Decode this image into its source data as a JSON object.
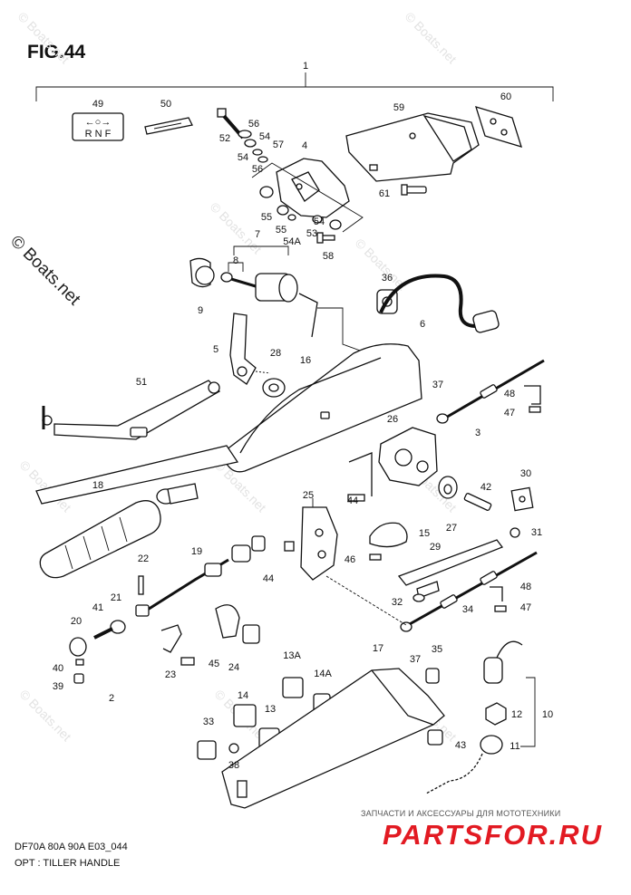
{
  "figure_title": "FIG.44",
  "footer": {
    "code": "DF70A 80A 90A E03_044",
    "title": "OPT : TILLER HANDLE"
  },
  "copyright": "© Boats.net",
  "watermark": "© Boats.net",
  "seller": {
    "caption": "ЗАПЧАСТИ И АКСЕССУАРЫ ДЛЯ МОТОТЕХНИКИ",
    "brand": "PARTSFOR.RU",
    "brand_color": "#e21a22"
  },
  "gear_label": {
    "arrows": "←○→",
    "letters": "R N F"
  },
  "callouts": [
    "1",
    "49",
    "50",
    "59",
    "60",
    "56",
    "52",
    "54",
    "57",
    "4",
    "54",
    "56",
    "61",
    "55",
    "55",
    "54A",
    "54",
    "53",
    "58",
    "7",
    "8",
    "9",
    "36",
    "6",
    "5",
    "28",
    "16",
    "51",
    "37",
    "48",
    "47",
    "3",
    "26",
    "44",
    "18",
    "25",
    "30",
    "42",
    "27",
    "15",
    "31",
    "46",
    "22",
    "19",
    "29",
    "21",
    "41",
    "44",
    "20",
    "32",
    "48",
    "47",
    "34",
    "40",
    "45",
    "23",
    "24",
    "39",
    "13A",
    "14A",
    "17",
    "35",
    "37",
    "2",
    "14",
    "13",
    "12",
    "10",
    "33",
    "43",
    "11",
    "38"
  ],
  "colors": {
    "line": "#111111",
    "watermark": "#e3e3e3"
  }
}
